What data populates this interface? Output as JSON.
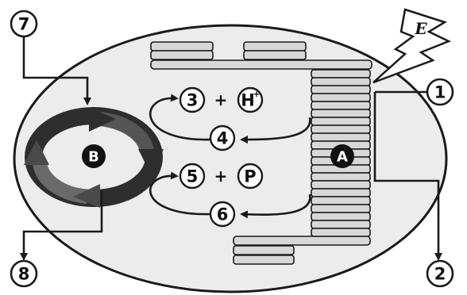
{
  "diagram": {
    "label_a": "A",
    "label_b": "B",
    "label_e": "E",
    "molecule_h": "H",
    "molecule_h_charge": "+",
    "molecule_p": "P",
    "plus_sign": "+",
    "numbers": {
      "n1": "1",
      "n2": "2",
      "n3": "3",
      "n4": "4",
      "n5": "5",
      "n6": "6",
      "n7": "7",
      "n8": "8"
    }
  },
  "colors": {
    "outline": "#1a1a1a",
    "ellipse_fill": "#ececec",
    "thylakoid_fill": "#d8d8d8",
    "cycle_dark": "#333333",
    "cycle_light": "#6a6a6a",
    "white": "#ffffff"
  }
}
